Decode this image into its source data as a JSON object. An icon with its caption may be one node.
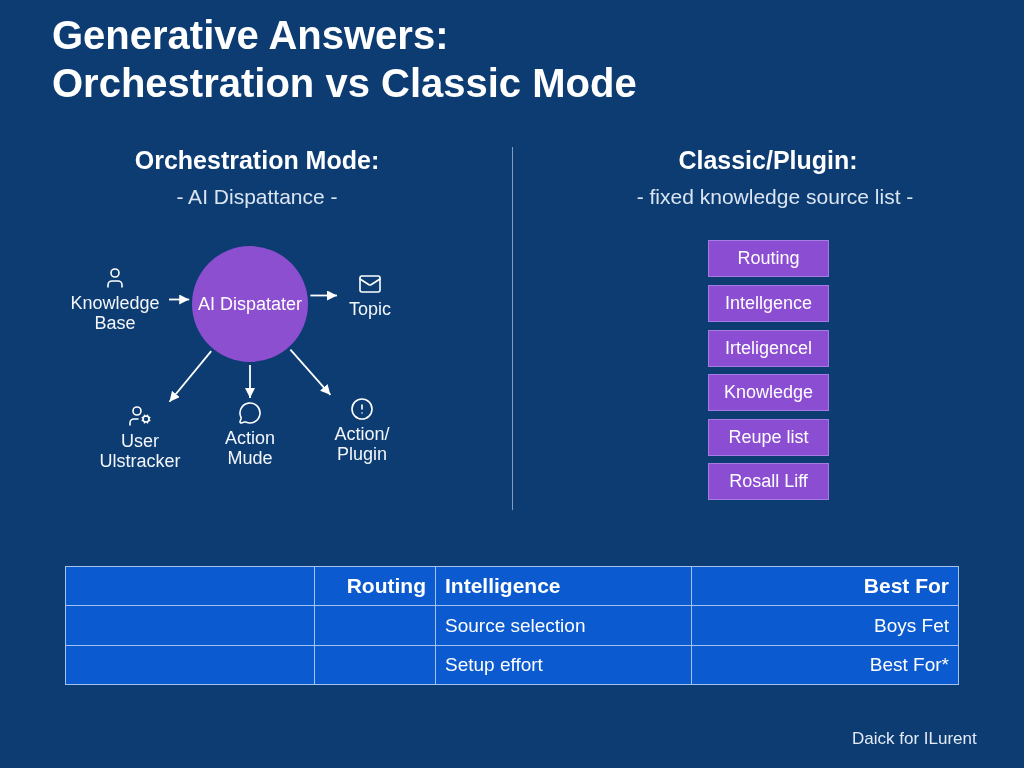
{
  "diagram": {
    "title": "Generative Answers: Orchestration vs Classic Mode",
    "nodes": [
      {
        "text": [
          "Knowledge Base"
        ]
      },
      {
        "text": [
          "AI Dispatater"
        ]
      },
      {
        "text": [
          "Topic"
        ]
      },
      {
        "text": [
          "User Ulstracker"
        ]
      },
      {
        "text": [
          "Action Mude"
        ]
      },
      {
        "text": [
          "Action/ Plugin"
        ]
      },
      {
        "text": [
          "Routing"
        ]
      },
      {
        "text": [
          "Intellgence"
        ]
      },
      {
        "text": [
          "Irteligencel"
        ]
      },
      {
        "text": [
          "Knowledge"
        ]
      },
      {
        "text": [
          "Reupe list"
        ]
      },
      {
        "text": [
          "Rosall Liff"
        ]
      }
    ],
    "edges": [
      {
        "from": 0,
        "to": 1,
        "arrow": "to"
      },
      {
        "from": 1,
        "to": 2,
        "arrow": "to"
      },
      {
        "from": 1,
        "to": 3,
        "arrow": "to"
      },
      {
        "from": 1,
        "to": 4,
        "arrow": "to"
      },
      {
        "from": 1,
        "to": 5,
        "arrow": "to"
      }
    ],
    "labels": [
      "Orchestration Mode:",
      "- AI Dispattance -",
      "Classic/Plugin:",
      "- fixed knowledge source list -",
      "Routing",
      "Intelligence",
      "Best For",
      "Source selection",
      "Boys Fet",
      "Setup effort",
      "Best For*",
      "Daick for ILurent"
    ]
  }
}
